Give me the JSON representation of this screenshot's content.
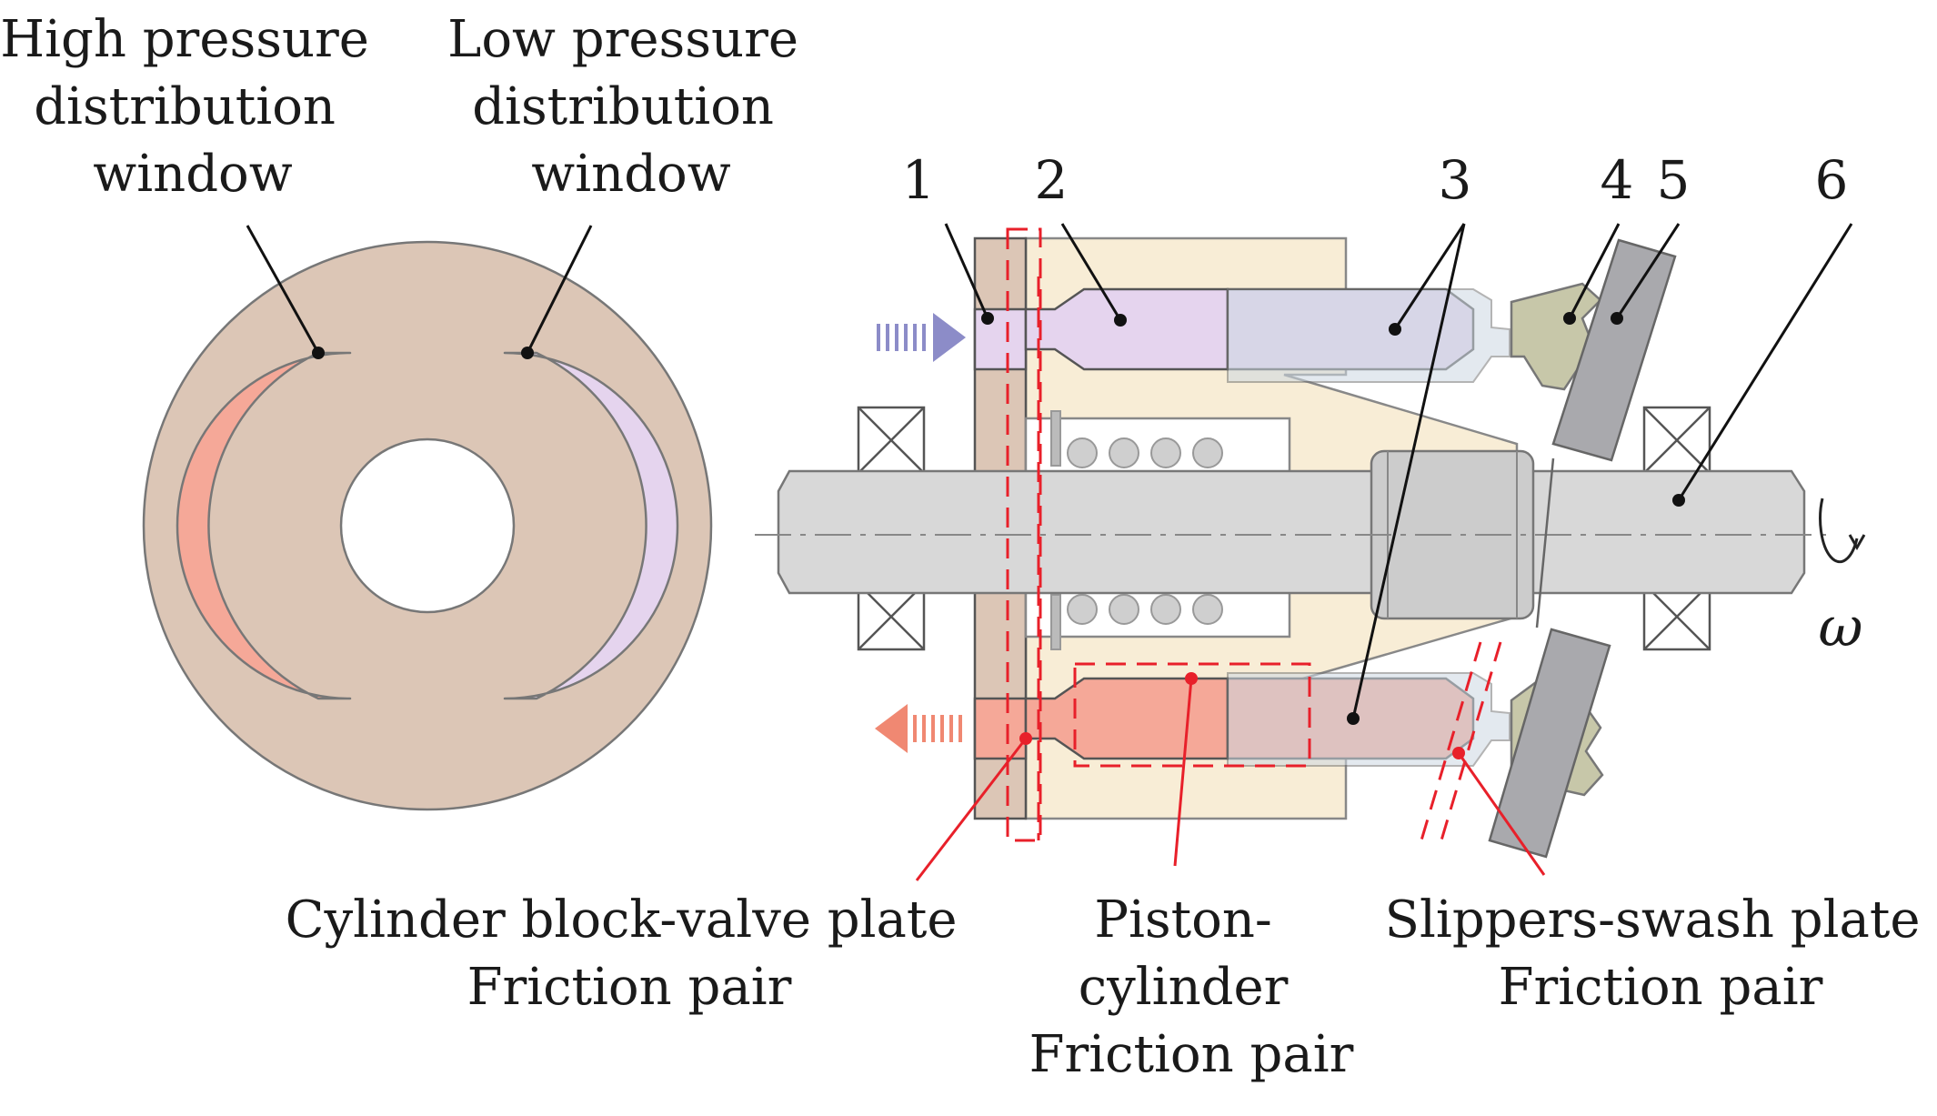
{
  "labels": {
    "high_window": [
      "High pressure",
      "distribution",
      "window"
    ],
    "low_window": [
      "Low pressure",
      "distribution",
      "window"
    ],
    "cyl_valve": [
      "Cylinder block-valve plate",
      "Friction pair"
    ],
    "piston_cyl": [
      "Piston-",
      "cylinder",
      "Friction pair"
    ],
    "slipper_swash": [
      "Slippers-swash plate",
      "Friction pair"
    ],
    "omega": "ω"
  },
  "part_numbers": [
    "1",
    "2",
    "3",
    "4",
    "5",
    "6"
  ],
  "colors": {
    "valve_plate": "#dcc6b6",
    "high_pressure": "#f5a898",
    "low_pressure": "#e5d4ee",
    "cylinder_block": "#f8edd6",
    "shaft": "#d8d8d8",
    "slipper": "#c7c7a9",
    "swash_plate": "#a9a9ad",
    "piston_metal": "#cdd8e2",
    "friction_mark": "#e8202a"
  }
}
